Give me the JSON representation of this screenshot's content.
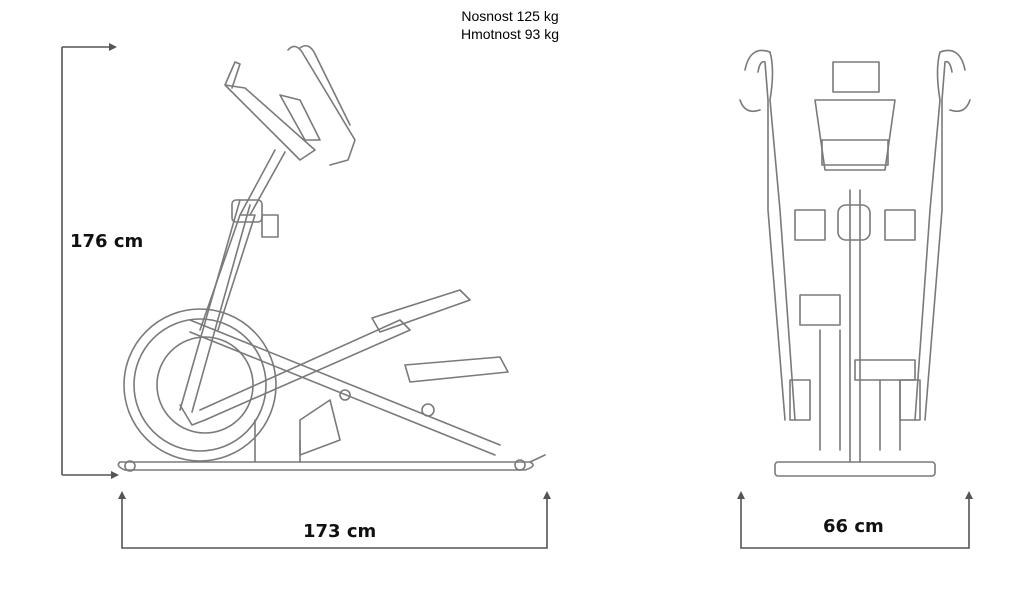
{
  "specs": {
    "max_load": "Nosnost 125 kg",
    "weight": "Hmotnost 93 kg"
  },
  "dimensions": {
    "height": "176 cm",
    "length": "173 cm",
    "width": "66 cm"
  }
}
